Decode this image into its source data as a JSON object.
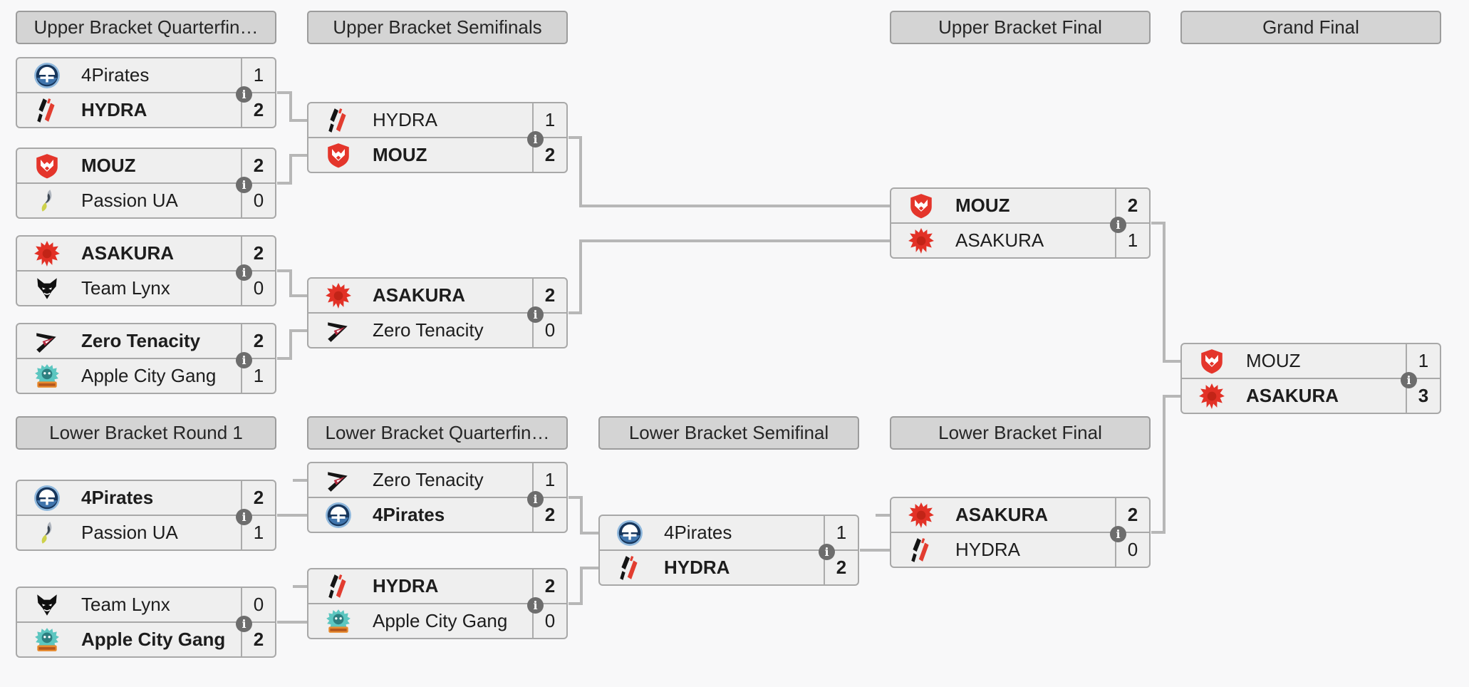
{
  "widget": "double-elimination-bracket",
  "colors": {
    "background": "#f8f8f9",
    "row_background": "#efefef",
    "box_border": "#a8a8a8",
    "header_background": "#d4d4d4",
    "connector": "#b7b7b7",
    "info_icon_background": "#6d6d6d",
    "team_text": "#1d1d1d",
    "mouz_red": "#e4352b",
    "asakura_red": "#e23126"
  },
  "icons": {
    "info_glyph": "i"
  },
  "teams": [
    {
      "name": "4Pirates",
      "icon": "4pirates-logo-icon"
    },
    {
      "name": "HYDRA",
      "icon": "hydra-logo-icon"
    },
    {
      "name": "MOUZ",
      "icon": "mouz-logo-icon"
    },
    {
      "name": "Passion UA",
      "icon": "passion-ua-logo-icon"
    },
    {
      "name": "ASAKURA",
      "icon": "asakura-logo-icon"
    },
    {
      "name": "Team Lynx",
      "icon": "team-lynx-logo-icon"
    },
    {
      "name": "Zero Tenacity",
      "icon": "zero-tenacity-logo-icon"
    },
    {
      "name": "Apple City Gang",
      "icon": "apple-city-gang-logo-icon"
    }
  ],
  "headers": [
    {
      "label": "Upper Bracket Quarterfin…"
    },
    {
      "label": "Upper Bracket Semifinals"
    },
    {
      "label": "Upper Bracket Final"
    },
    {
      "label": "Grand Final"
    },
    {
      "label": "Lower Bracket Round 1"
    },
    {
      "label": "Lower Bracket Quarterfin…"
    },
    {
      "label": "Lower Bracket Semifinal"
    },
    {
      "label": "Lower Bracket Final"
    }
  ],
  "matches": [
    {
      "round": "Upper Bracket Quarterfin…",
      "top": {
        "team": "4Pirates",
        "score": "1",
        "winner": false
      },
      "bottom": {
        "team": "HYDRA",
        "score": "2",
        "winner": true
      }
    },
    {
      "round": "Upper Bracket Quarterfin…",
      "top": {
        "team": "MOUZ",
        "score": "2",
        "winner": true
      },
      "bottom": {
        "team": "Passion UA",
        "score": "0",
        "winner": false
      }
    },
    {
      "round": "Upper Bracket Quarterfin…",
      "top": {
        "team": "ASAKURA",
        "score": "2",
        "winner": true
      },
      "bottom": {
        "team": "Team Lynx",
        "score": "0",
        "winner": false
      }
    },
    {
      "round": "Upper Bracket Quarterfin…",
      "top": {
        "team": "Zero Tenacity",
        "score": "2",
        "winner": true
      },
      "bottom": {
        "team": "Apple City Gang",
        "score": "1",
        "winner": false
      }
    },
    {
      "round": "Upper Bracket Semifinals",
      "top": {
        "team": "HYDRA",
        "score": "1",
        "winner": false
      },
      "bottom": {
        "team": "MOUZ",
        "score": "2",
        "winner": true
      }
    },
    {
      "round": "Upper Bracket Semifinals",
      "top": {
        "team": "ASAKURA",
        "score": "2",
        "winner": true
      },
      "bottom": {
        "team": "Zero Tenacity",
        "score": "0",
        "winner": false
      }
    },
    {
      "round": "Upper Bracket Final",
      "top": {
        "team": "MOUZ",
        "score": "2",
        "winner": true
      },
      "bottom": {
        "team": "ASAKURA",
        "score": "1",
        "winner": false
      }
    },
    {
      "round": "Grand Final",
      "top": {
        "team": "MOUZ",
        "score": "1",
        "winner": false
      },
      "bottom": {
        "team": "ASAKURA",
        "score": "3",
        "winner": true
      }
    },
    {
      "round": "Lower Bracket Round 1",
      "top": {
        "team": "4Pirates",
        "score": "2",
        "winner": true
      },
      "bottom": {
        "team": "Passion UA",
        "score": "1",
        "winner": false
      }
    },
    {
      "round": "Lower Bracket Round 1",
      "top": {
        "team": "Team Lynx",
        "score": "0",
        "winner": false
      },
      "bottom": {
        "team": "Apple City Gang",
        "score": "2",
        "winner": true
      }
    },
    {
      "round": "Lower Bracket Quarterfin…",
      "top": {
        "team": "Zero Tenacity",
        "score": "1",
        "winner": false
      },
      "bottom": {
        "team": "4Pirates",
        "score": "2",
        "winner": true
      }
    },
    {
      "round": "Lower Bracket Quarterfin…",
      "top": {
        "team": "HYDRA",
        "score": "2",
        "winner": true
      },
      "bottom": {
        "team": "Apple City Gang",
        "score": "0",
        "winner": false
      }
    },
    {
      "round": "Lower Bracket Semifinal",
      "top": {
        "team": "4Pirates",
        "score": "1",
        "winner": false
      },
      "bottom": {
        "team": "HYDRA",
        "score": "2",
        "winner": true
      }
    },
    {
      "round": "Lower Bracket Final",
      "top": {
        "team": "ASAKURA",
        "score": "2",
        "winner": true
      },
      "bottom": {
        "team": "HYDRA",
        "score": "0",
        "winner": false
      }
    }
  ]
}
